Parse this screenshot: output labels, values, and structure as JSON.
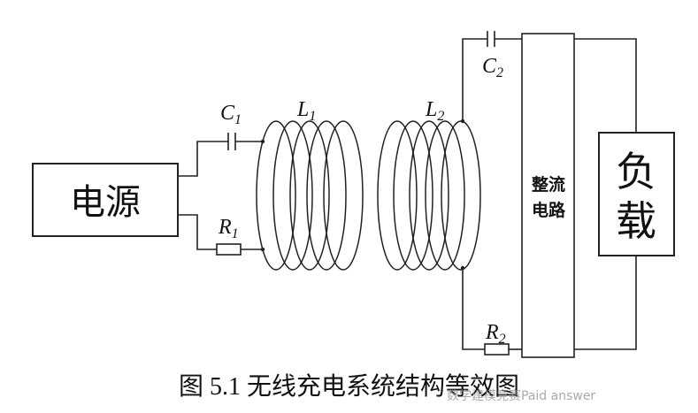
{
  "diagram": {
    "source_label": "电源",
    "rectifier_label_1": "整流",
    "rectifier_label_2": "电路",
    "load_label_1": "负",
    "load_label_2": "载",
    "c1": {
      "sym": "C",
      "sub": "1"
    },
    "r1": {
      "sym": "R",
      "sub": "1"
    },
    "l1": {
      "sym": "L",
      "sub": "1"
    },
    "l2": {
      "sym": "L",
      "sub": "2"
    },
    "c2": {
      "sym": "C",
      "sub": "2"
    },
    "r2": {
      "sym": "R",
      "sub": "2"
    }
  },
  "caption": {
    "prefix": "图",
    "number": "5.1",
    "title": "无线充电系统结构等效图"
  },
  "watermark": "数学建模竞赛Paid answer",
  "colors": {
    "line": "#222222",
    "background": "#ffffff"
  }
}
